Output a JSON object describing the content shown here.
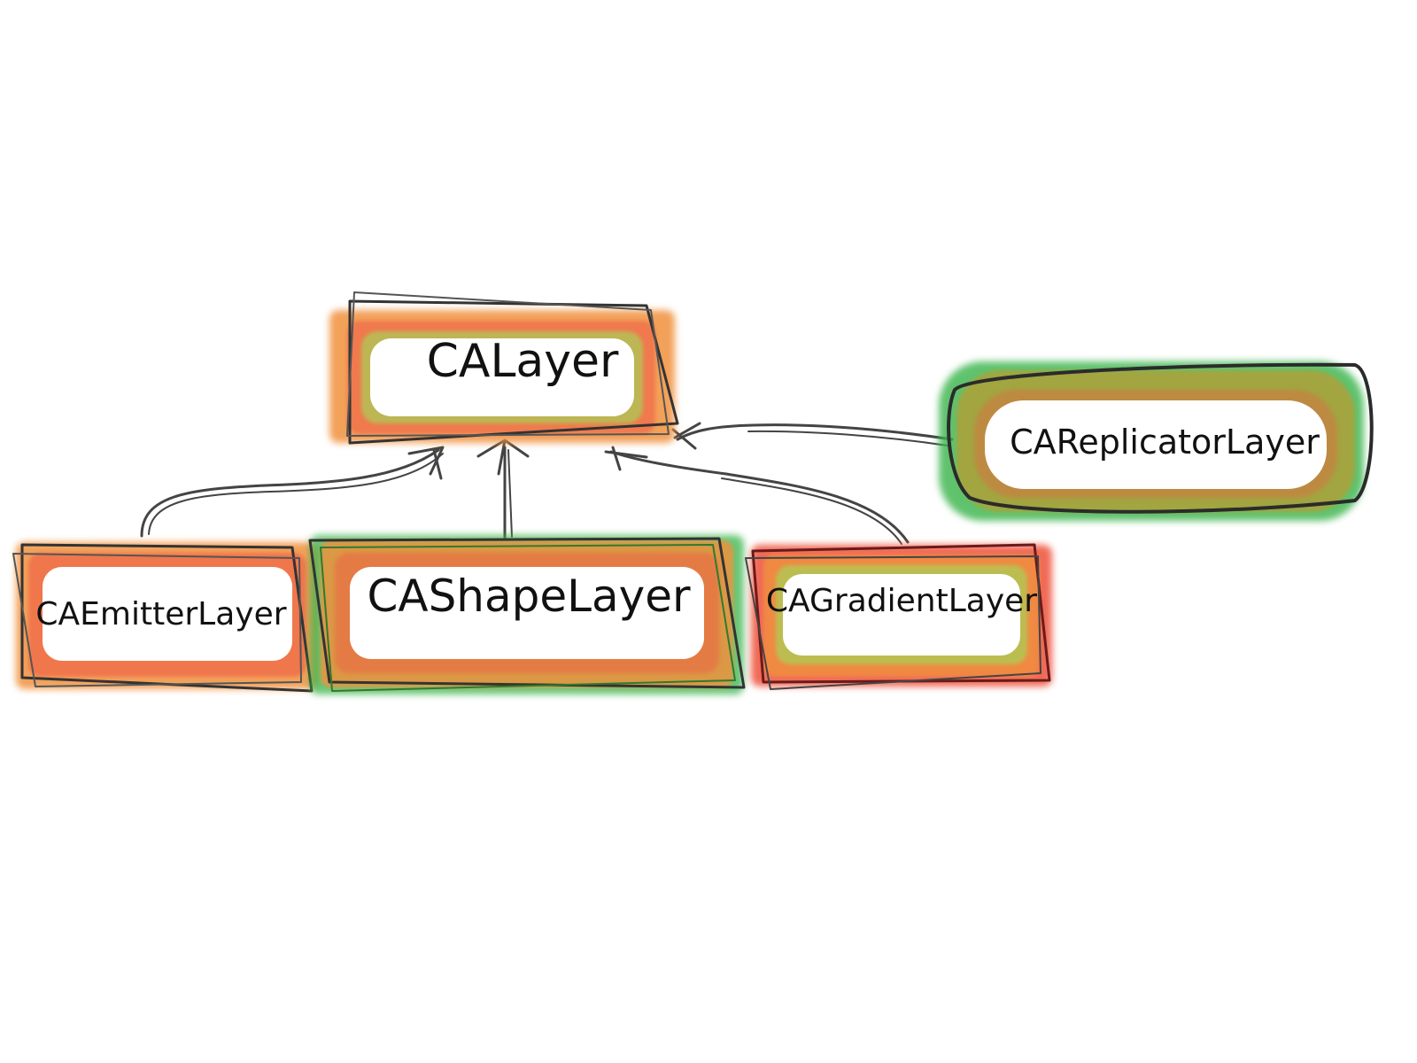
{
  "diagram": {
    "nodes": {
      "calayer": {
        "label": "CALayer",
        "style": "orange"
      },
      "careplicator": {
        "label": "CAReplicatorLayer",
        "style": "green"
      },
      "caemitter": {
        "label": "CAEmitterLayer",
        "style": "orange"
      },
      "cashape": {
        "label": "CAShapeLayer",
        "style": "orange-green"
      },
      "cagradient": {
        "label": "CAGradientLayer",
        "style": "red"
      }
    },
    "edges": [
      {
        "from": "caemitter",
        "to": "calayer",
        "kind": "inherits"
      },
      {
        "from": "cashape",
        "to": "calayer",
        "kind": "inherits"
      },
      {
        "from": "cagradient",
        "to": "calayer",
        "kind": "inherits"
      },
      {
        "from": "careplicator",
        "to": "calayer",
        "kind": "inherits"
      }
    ]
  },
  "colors": {
    "ink": "#3a3a3a",
    "orange": "#f0913c",
    "red": "#ef5a45",
    "green": "#38b348",
    "lime": "#9be05a",
    "amber": "#d98f1c"
  }
}
